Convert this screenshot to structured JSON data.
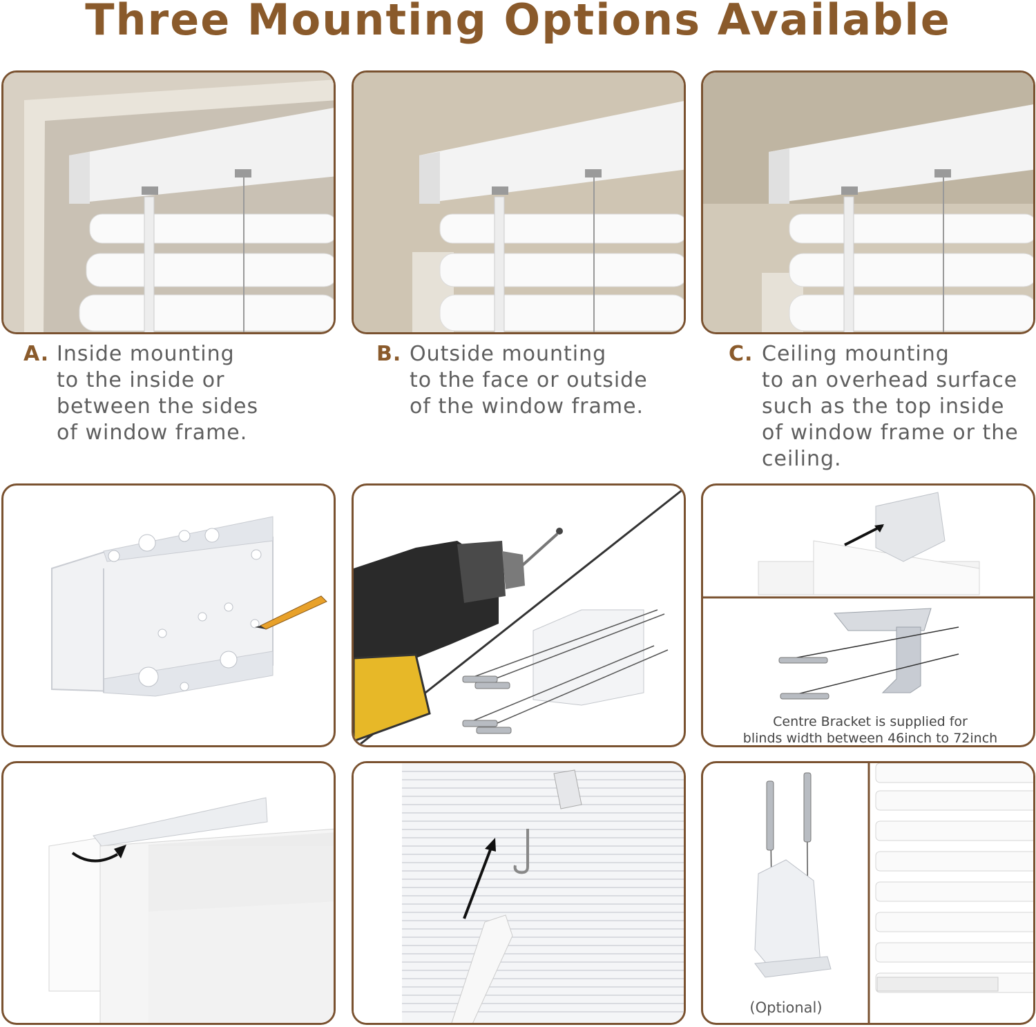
{
  "title": "Three Mounting Options Available",
  "captions": [
    {
      "letter": "A.",
      "text": "Inside mounting\nto the inside or\nbetween the sides\nof window frame."
    },
    {
      "letter": "B.",
      "text": "Outside mounting\nto the face or outside\nof the window frame."
    },
    {
      "letter": "C.",
      "text": "Ceiling mounting\nto an overhead surface\nsuch as the top inside\nof window frame or the\nceiling."
    }
  ],
  "centre_bracket_note": {
    "line1": "Centre Bracket is supplied for",
    "line2": "blinds width between 46inch to 72inch"
  },
  "optional_label": "(Optional)",
  "colors": {
    "brand_brown": "#8a5a2b",
    "frame_brown": "#7a5230",
    "wall_beige": "#cfc5b3"
  }
}
